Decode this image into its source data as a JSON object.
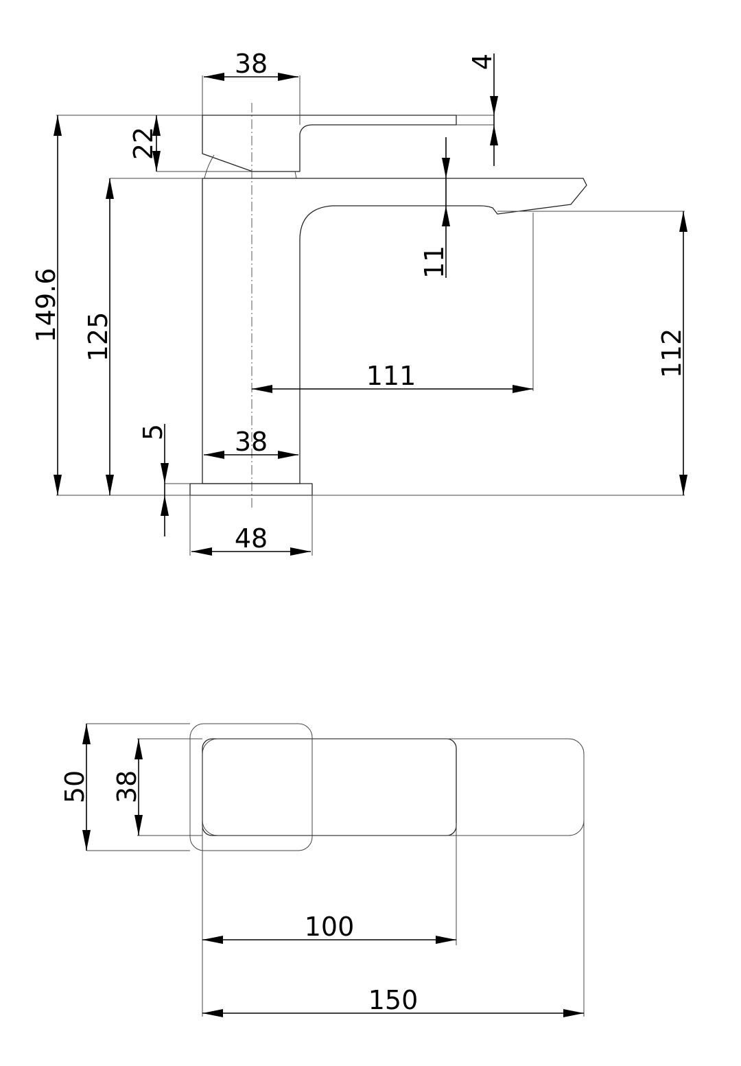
{
  "drawing": {
    "side_view": {
      "dimensions": {
        "handle_width_top": "38",
        "handle_thickness": "4",
        "handle_height": "22",
        "overall_height": "149.6",
        "spout_height": "125",
        "spout_thickness": "11",
        "spout_reach": "111",
        "outlet_height": "112",
        "body_width": "38",
        "base_thickness": "5",
        "base_width": "48"
      }
    },
    "top_view": {
      "dimensions": {
        "base_depth": "50",
        "body_depth": "38",
        "body_length": "100",
        "overall_length": "150"
      }
    }
  }
}
